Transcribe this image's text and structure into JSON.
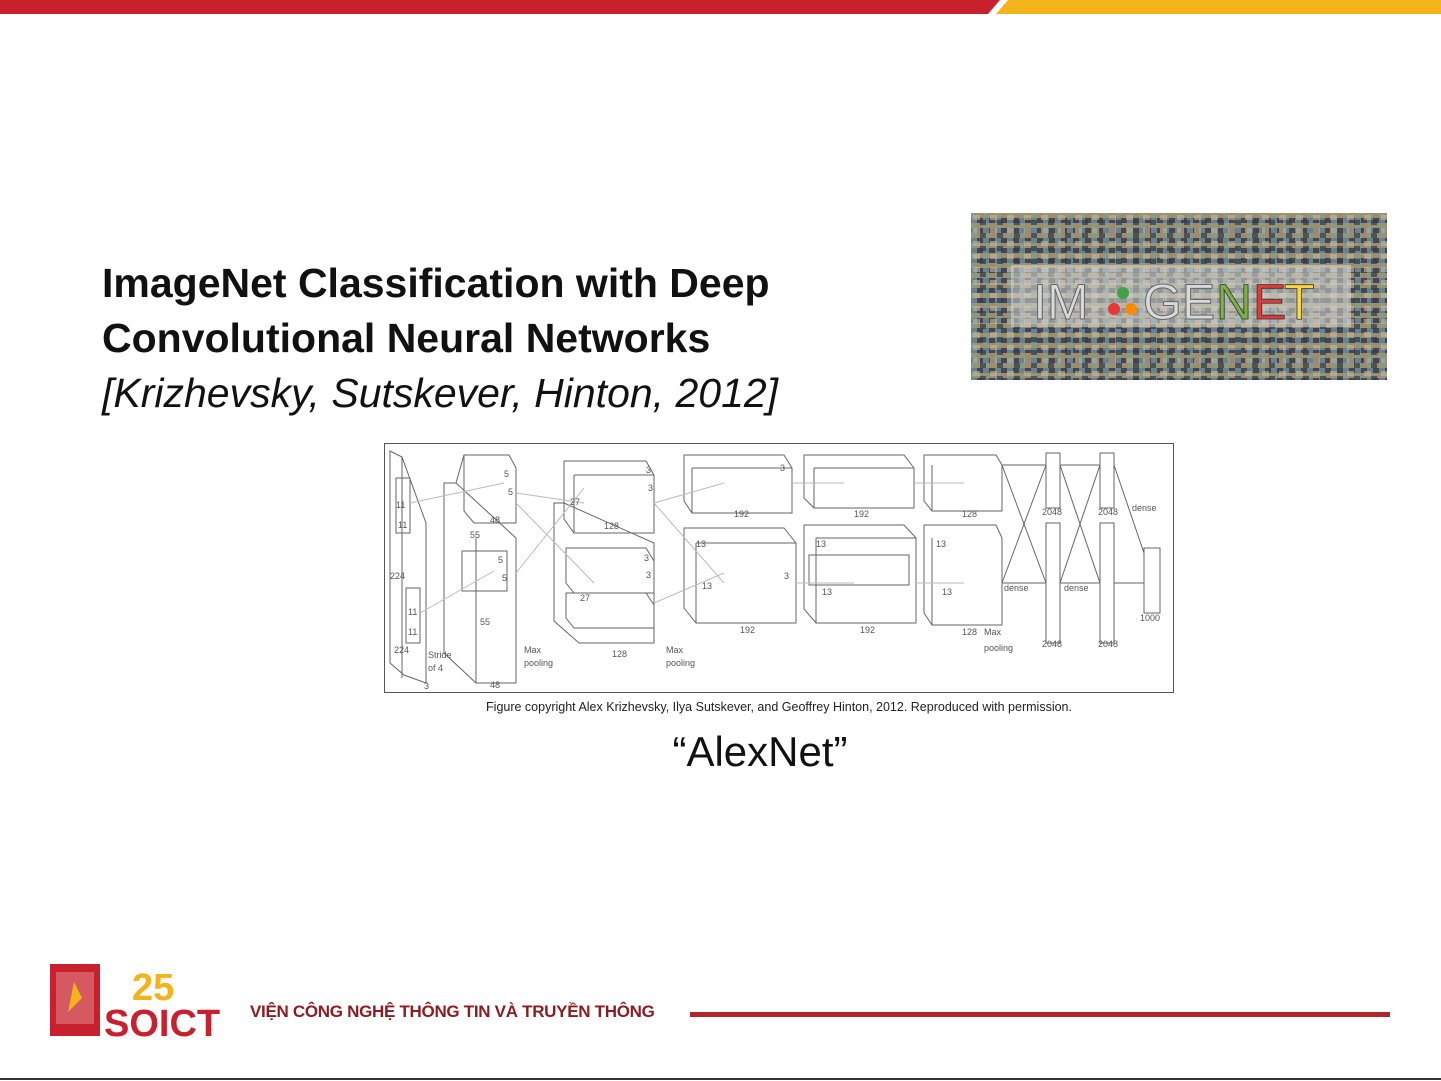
{
  "slide": {
    "title_line1": "ImageNet Classification with Deep",
    "title_line2": "Convolutional Neural Networks",
    "citation": "[Krizhevsky, Sutskever, Hinton, 2012]",
    "caption": "Figure copyright Alex Krizhevsky, Ilya Sutskever, and Geoffrey Hinton, 2012. Reproduced with permission.",
    "model_name": "“AlexNet”"
  },
  "imagenet_logo": {
    "letters": [
      "IM",
      "A",
      "GE",
      "N",
      "E",
      "T"
    ]
  },
  "diagram": {
    "labels": {
      "l224a": "224",
      "l224b": "224",
      "l3": "3",
      "l11a": "11",
      "l11b": "11",
      "l11c": "11",
      "l11d": "11",
      "stride": "Stride",
      "of4": "of 4",
      "l55a": "55",
      "l55b": "55",
      "l48a": "48",
      "l48b": "48",
      "l5a": "5",
      "l5b": "5",
      "l5c": "5",
      "l5d": "5",
      "l27a": "27",
      "l27b": "27",
      "l128a": "128",
      "l128b": "128",
      "l3a": "3",
      "l3b": "3",
      "l3c": "3",
      "l3d": "3",
      "l3e": "3",
      "l3f": "3",
      "l13a": "13",
      "l13b": "13",
      "l13c": "13",
      "l13d": "13",
      "l13e": "13",
      "l13f": "13",
      "l192a": "192",
      "l192b": "192",
      "l192c": "192",
      "l192d": "192",
      "l128c": "128",
      "l128d": "128",
      "maxpool1a": "Max",
      "maxpool1b": "pooling",
      "maxpool2a": "Max",
      "maxpool2b": "pooling",
      "maxpool3a": "Max",
      "maxpool3b": "pooling",
      "l2048a": "2048",
      "l2048b": "2048",
      "l2048c": "2048",
      "l2048d": "2048",
      "dense1": "dense",
      "dense2": "dense",
      "dense3": "dense",
      "l1000": "1000"
    }
  },
  "footer": {
    "institute": "VIỆN CÔNG NGHỆ THÔNG TIN VÀ TRUYỀN THÔNG",
    "brand": "SOICT",
    "anniversary": "25"
  },
  "colors": {
    "accent_red": "#c8202c",
    "accent_yellow": "#f2b31b",
    "footer_red": "#b4252b"
  }
}
